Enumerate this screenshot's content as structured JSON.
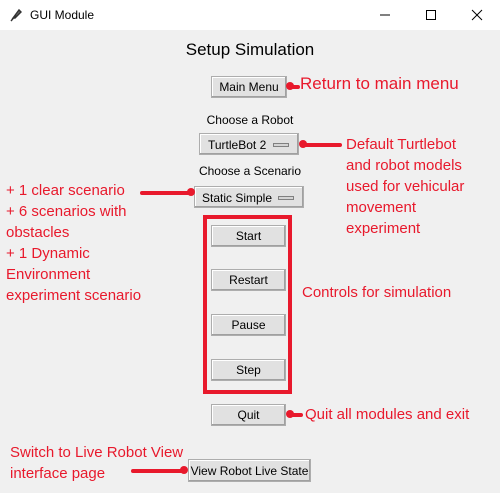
{
  "window": {
    "title": "GUI Module",
    "icons": {
      "app": "feather-icon",
      "minimize": "minimize-icon",
      "maximize": "maximize-icon",
      "close": "close-icon"
    }
  },
  "main": {
    "heading": "Setup Simulation",
    "main_menu_label": "Main Menu",
    "robot_label": "Choose a Robot",
    "robot_value": "TurtleBot 2",
    "scenario_label": "Choose a Scenario",
    "scenario_value": "Static Simple",
    "controls": {
      "start": "Start",
      "restart": "Restart",
      "pause": "Pause",
      "step": "Step"
    },
    "quit_label": "Quit",
    "live_state_label": "View Robot Live State"
  },
  "annotations": {
    "return_main_menu": "Return to main menu",
    "robot_models": [
      "Default Turtlebot",
      "and robot models",
      "used for vehicular",
      "movement",
      "experiment"
    ],
    "scenarios": [
      "+ 1 clear scenario",
      "+ 6 scenarios with",
      "obstacles",
      "+ 1 Dynamic",
      "Environment",
      "experiment scenario"
    ],
    "controls": "Controls for simulation",
    "quit": "Quit all modules and exit",
    "live_view": [
      "Switch to Live Robot View",
      "interface page"
    ],
    "color": "#e8192c"
  }
}
